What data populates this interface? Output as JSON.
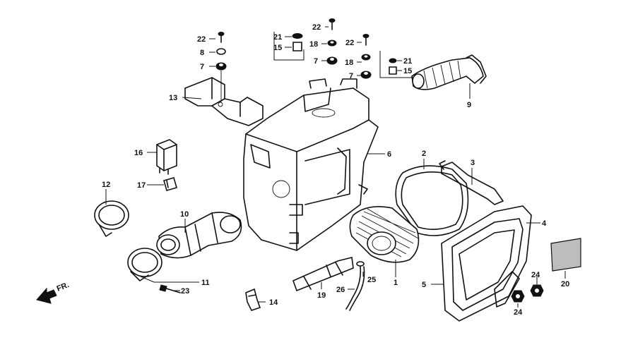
{
  "diagram": {
    "type": "exploded-parts-diagram",
    "direction_marker": "FR.",
    "callouts": [
      {
        "id": "c1",
        "label": "1"
      },
      {
        "id": "c2",
        "label": "2"
      },
      {
        "id": "c3",
        "label": "3"
      },
      {
        "id": "c4",
        "label": "4"
      },
      {
        "id": "c5",
        "label": "5"
      },
      {
        "id": "c6",
        "label": "6"
      },
      {
        "id": "c7a",
        "label": "7"
      },
      {
        "id": "c7b",
        "label": "7"
      },
      {
        "id": "c7c",
        "label": "7"
      },
      {
        "id": "c8",
        "label": "8"
      },
      {
        "id": "c9",
        "label": "9"
      },
      {
        "id": "c10",
        "label": "10"
      },
      {
        "id": "c11",
        "label": "11"
      },
      {
        "id": "c12",
        "label": "12"
      },
      {
        "id": "c13",
        "label": "13"
      },
      {
        "id": "c14",
        "label": "14"
      },
      {
        "id": "c15a",
        "label": "15"
      },
      {
        "id": "c15b",
        "label": "15"
      },
      {
        "id": "c16",
        "label": "16"
      },
      {
        "id": "c17",
        "label": "17"
      },
      {
        "id": "c18a",
        "label": "18"
      },
      {
        "id": "c18b",
        "label": "18"
      },
      {
        "id": "c19",
        "label": "19"
      },
      {
        "id": "c20",
        "label": "20"
      },
      {
        "id": "c21a",
        "label": "21"
      },
      {
        "id": "c21b",
        "label": "21"
      },
      {
        "id": "c22a",
        "label": "22"
      },
      {
        "id": "c22b",
        "label": "22"
      },
      {
        "id": "c22c",
        "label": "22"
      },
      {
        "id": "c23",
        "label": "23"
      },
      {
        "id": "c24a",
        "label": "24"
      },
      {
        "id": "c24b",
        "label": "24"
      },
      {
        "id": "c25",
        "label": "25"
      },
      {
        "id": "c26",
        "label": "26"
      }
    ]
  }
}
